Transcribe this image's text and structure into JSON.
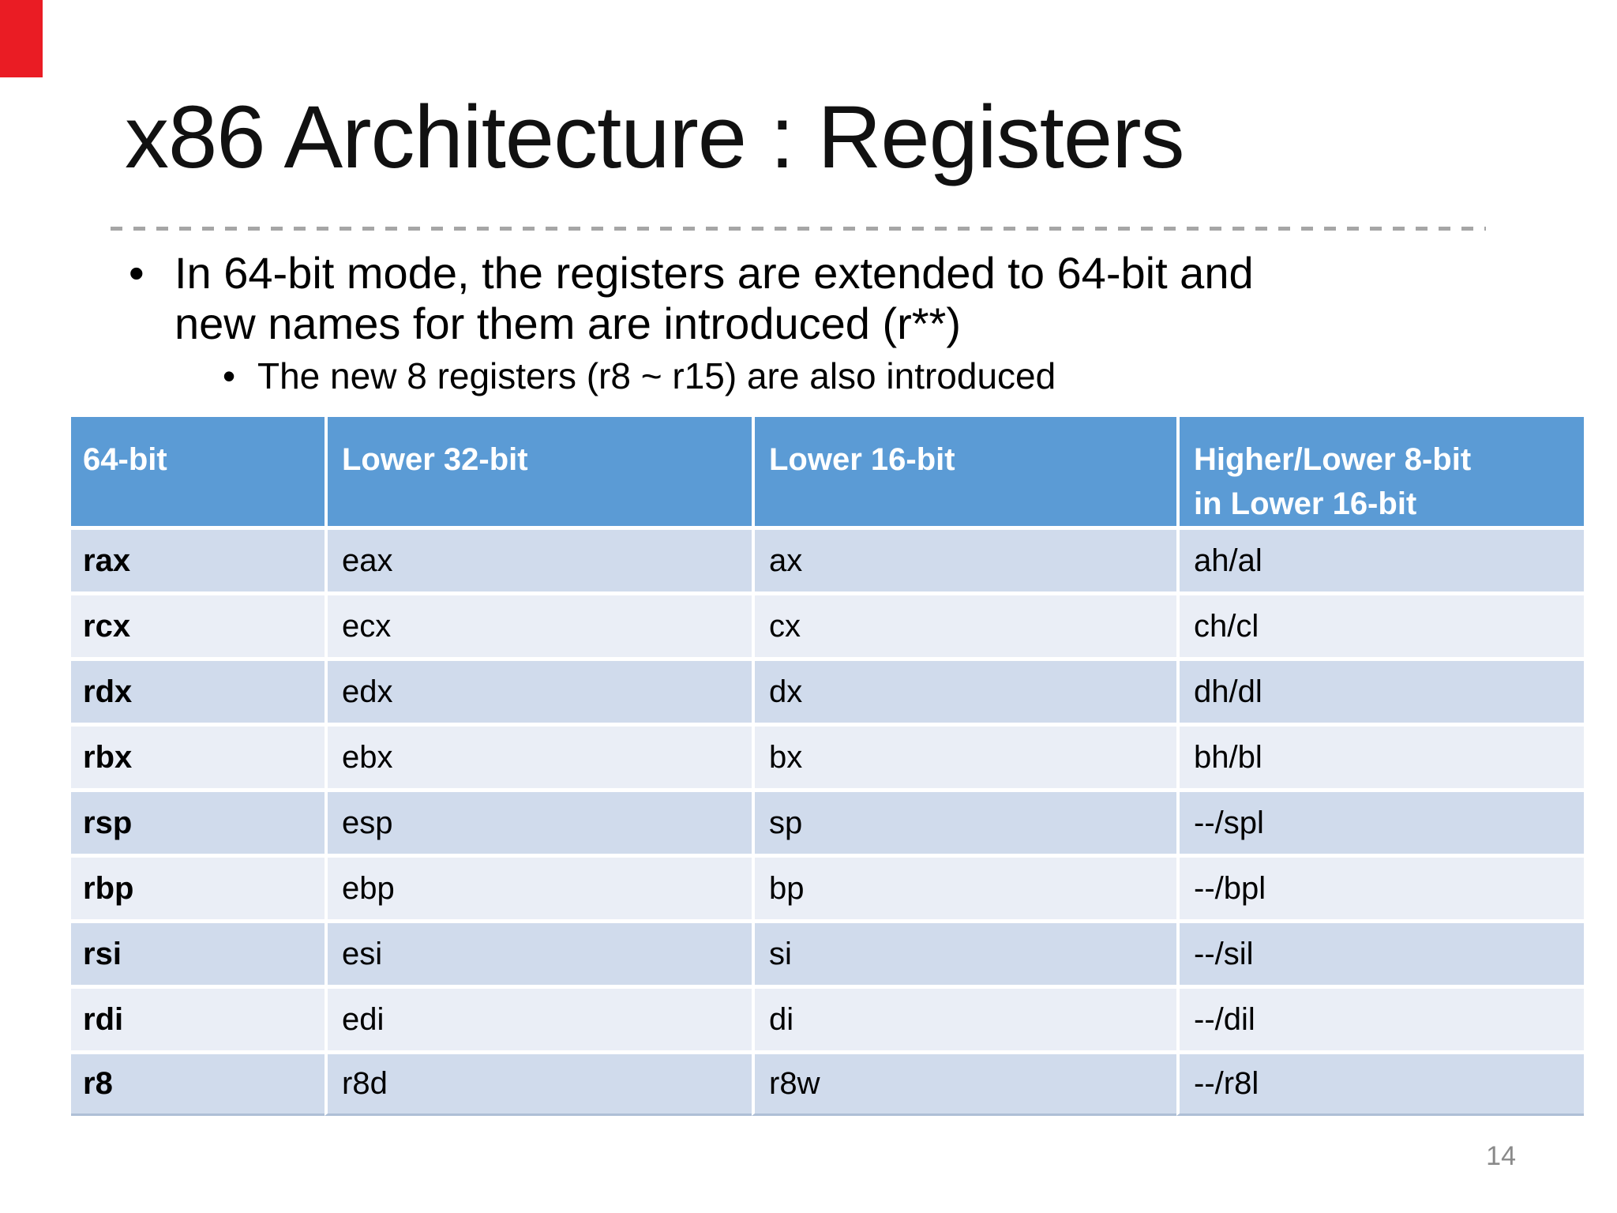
{
  "slide": {
    "title": "x86 Architecture : Registers"
  },
  "bullets": {
    "main": {
      "lines": [
        "In 64-bit mode, the registers are extended to 64-bit and",
        "new names for them are introduced (r**)"
      ]
    },
    "sub": {
      "lines": [
        "The new 8 registers (r8 ~ r15) are also introduced"
      ]
    }
  },
  "ui": {
    "bullet_glyph": "•"
  },
  "table": {
    "headers": [
      [
        "64-bit"
      ],
      [
        "Lower 32-bit"
      ],
      [
        "Lower 16-bit"
      ],
      [
        "Higher/Lower 8-bit",
        "in Lower 16-bit"
      ]
    ],
    "rows": [
      [
        "rax",
        "eax",
        "ax",
        "ah/al"
      ],
      [
        "rcx",
        "ecx",
        "cx",
        "ch/cl"
      ],
      [
        "rdx",
        "edx",
        "dx",
        "dh/dl"
      ],
      [
        "rbx",
        "ebx",
        "bx",
        "bh/bl"
      ],
      [
        "rsp",
        "esp",
        "sp",
        "--/spl"
      ],
      [
        "rbp",
        "ebp",
        "bp",
        "--/bpl"
      ],
      [
        "rsi",
        "esi",
        "si",
        "--/sil"
      ],
      [
        "rdi",
        "edi",
        "di",
        "--/dil"
      ],
      [
        "r8",
        "r8d",
        "r8w",
        "--/r8l"
      ]
    ]
  },
  "footer": {
    "page_number": "14"
  },
  "colors": {
    "accent": "#ea1c24",
    "header_bg": "#5b9bd5",
    "header_text": "#ffffff",
    "row_dark": "#d0dbec",
    "row_light": "#eaeef6",
    "divider": "#a6a6a6",
    "page_number": "#8a8a8a",
    "title": "#111111",
    "body_text": "#000000",
    "table_bottom_border": "#aebfd6"
  }
}
